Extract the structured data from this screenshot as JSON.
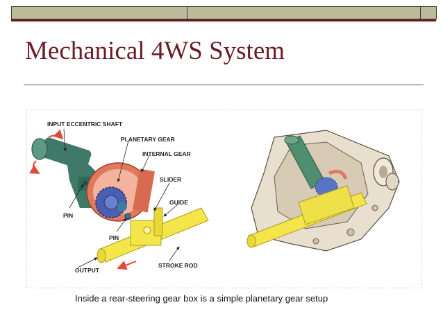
{
  "slide": {
    "title": "Mechanical 4WS System",
    "caption": "Inside a rear-steering gear box is a simple planetary gear setup"
  },
  "diagram": {
    "labels": {
      "input_eccentric_shaft": "INPUT ECCENTRIC SHAFT",
      "planetary_gear": "PLANETARY GEAR",
      "internal_gear": "INTERNAL GEAR",
      "slider": "SLIDER",
      "guide": "GUIDE",
      "pin_left": "PIN",
      "pin_lower": "PIN",
      "output": "OUTPUT",
      "stroke_rod": "STROKE ROD"
    }
  },
  "colors": {
    "title": "#6b1c24",
    "shaft": "#3f7a68",
    "internal_gear": "#e07a5f",
    "planetary_gear": "#4a5fb0",
    "slider": "#f4e64a",
    "arrow": "#e04a3a"
  }
}
